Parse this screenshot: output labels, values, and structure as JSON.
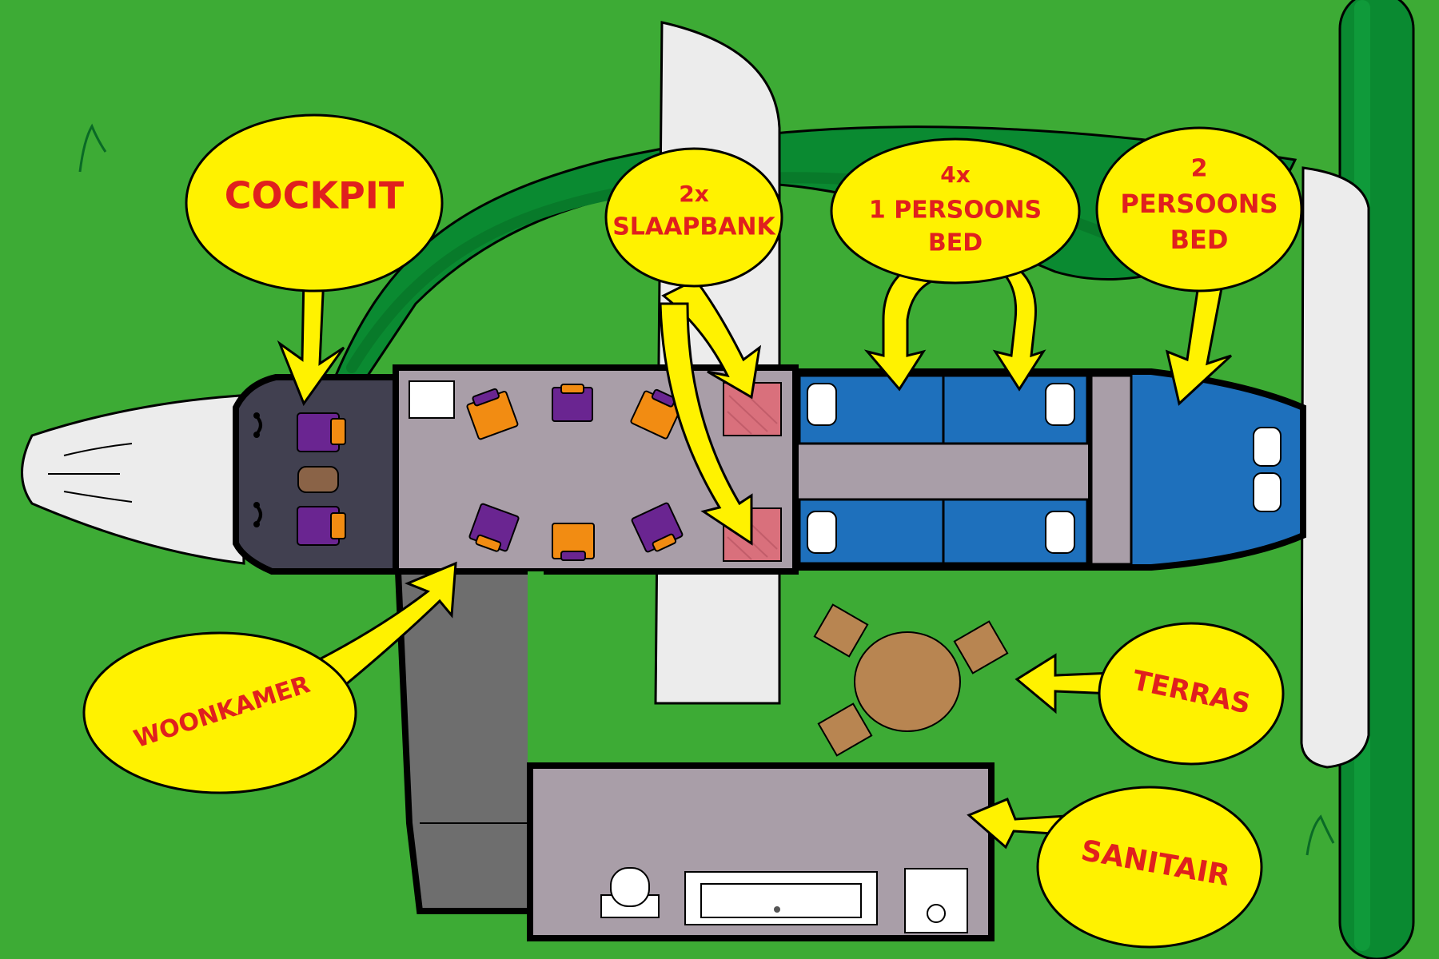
{
  "colors": {
    "grass": "#3dab35",
    "path": "#0a8a31",
    "wing": "#ececec",
    "cockpit": "#414050",
    "cabin": "#a99ea8",
    "bedroom": "#1e70bc",
    "bubble": "#fff200",
    "label": "#e0201e",
    "outline": "#000000"
  },
  "labels": {
    "cockpit": "COCKPIT",
    "slaapbank_count": "2x",
    "slaapbank": "SLAAPBANK",
    "one_bed_count": "4x",
    "one_bed_line1": "1 PERSOONS",
    "one_bed_line2": "BED",
    "two_bed_count": "2",
    "two_bed_line1": "PERSOONS",
    "two_bed_line2": "BED",
    "woonkamer": "WOONKAMER",
    "terras": "TERRAS",
    "sanitair": "SANITAIR"
  },
  "icons": [
    "seat",
    "armchair",
    "bed",
    "pillow",
    "sofa-bed",
    "table",
    "toilet",
    "bathtub",
    "shower"
  ]
}
